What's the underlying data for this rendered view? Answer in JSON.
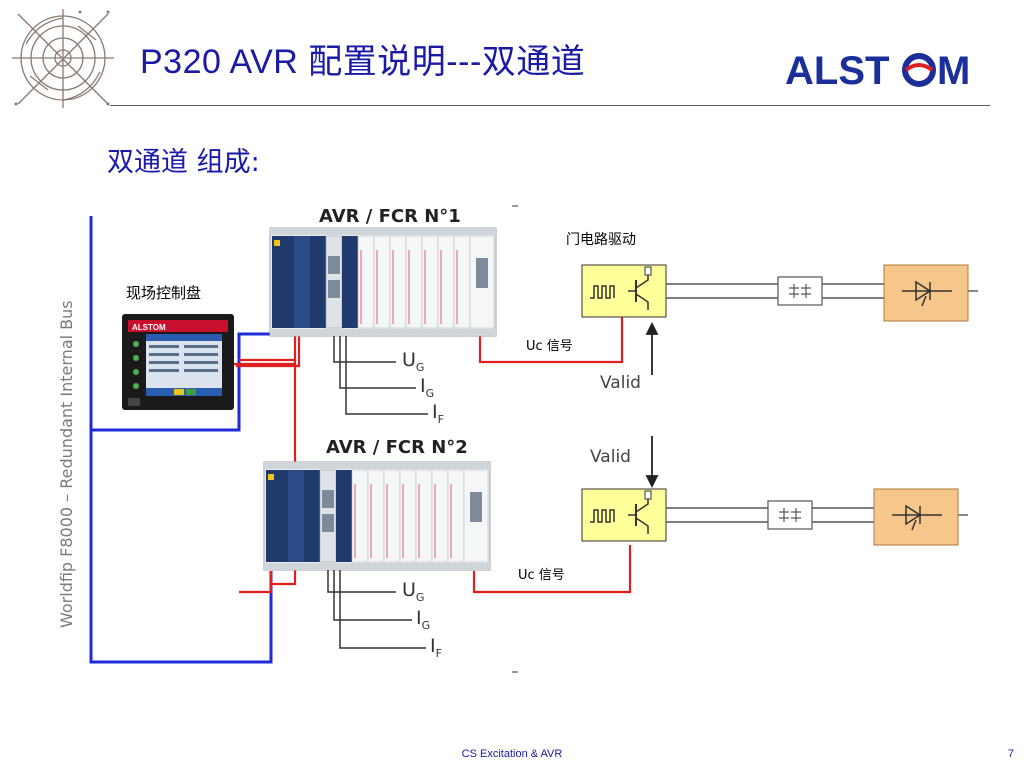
{
  "slide": {
    "title": "P320  AVR 配置说明---双通道",
    "subtitle": "双通道 组成:",
    "footer_center": "CS Excitation & AVR",
    "page_number": "7"
  },
  "brand": {
    "logo_text": "ALSTOM",
    "color": "#1a2f9a",
    "accent": "#e02020"
  },
  "diagram": {
    "bus_label": "Worldfip F8000 – Redundant Internal Bus",
    "panel_label": "现场控制盘",
    "rack1_title": "AVR / FCR N°1",
    "rack2_title": "AVR / FCR N°2",
    "gate_driver_label": "门电路驱动",
    "uc_signal_1": "Uc 信号",
    "uc_signal_2": "Uc 信号",
    "valid_1": "Valid",
    "valid_2": "Valid",
    "ug": "U",
    "ug_sub": "G",
    "ig": "I",
    "ig_sub": "G",
    "if": "I",
    "if_sub": "F",
    "colors": {
      "bus_line": "#1f2bd6",
      "signal_line": "#e02020",
      "gate_box": "#ffff99",
      "thyristor_box": "#f7c68a",
      "rack_module": "#213a6e"
    }
  }
}
